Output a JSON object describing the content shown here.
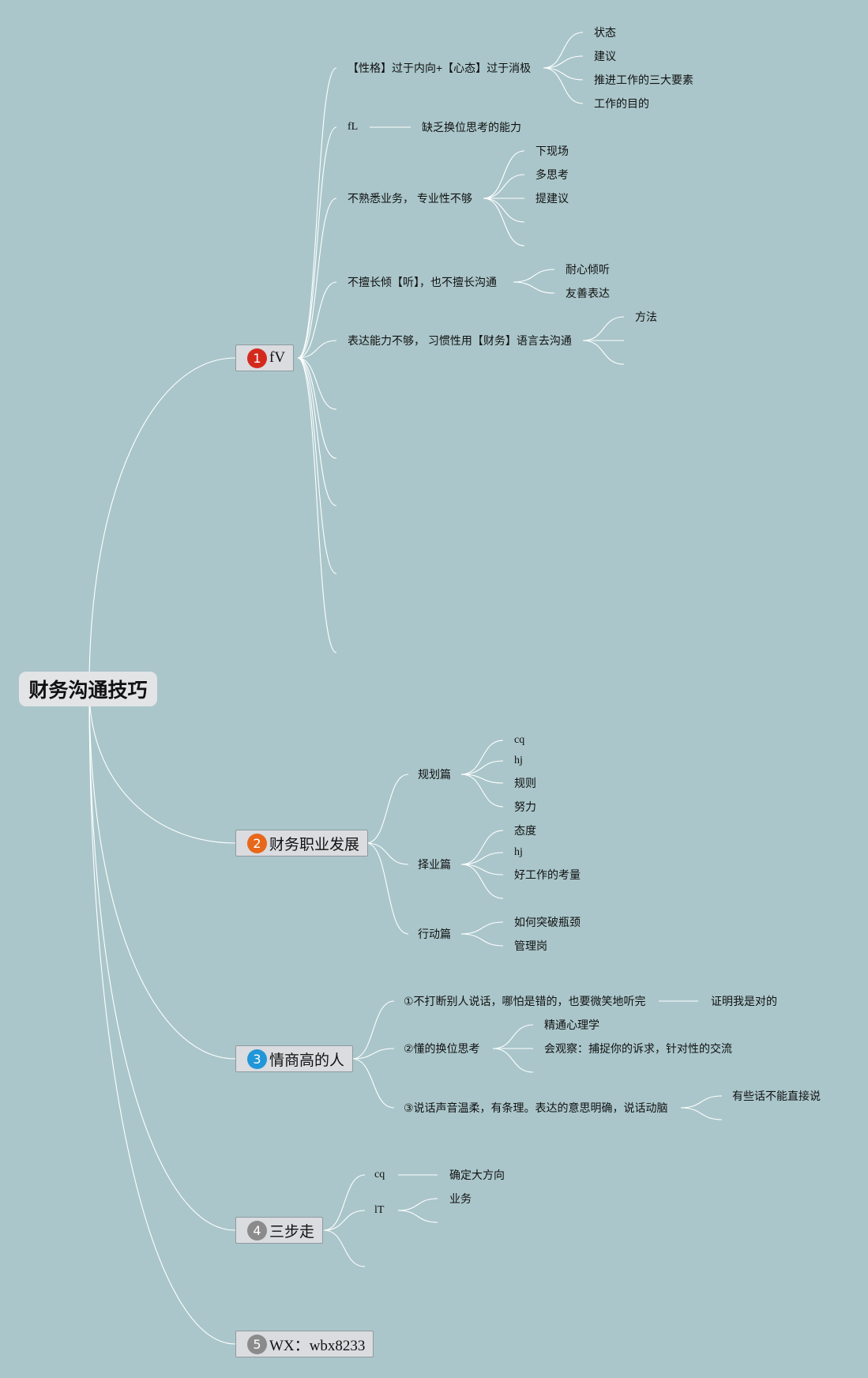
{
  "root": "财务沟通技巧",
  "branches": [
    {
      "number": "1",
      "color": "#d42a1e",
      "title": "fV",
      "children": [
        {
          "label": "【性格】过于内向+【心态】过于消极",
          "children": [
            "状态",
            "建议",
            "推进工作的三大要素",
            "工作的目的"
          ]
        },
        {
          "label": "fL",
          "children": [
            "缺乏换位思考的能力"
          ]
        },
        {
          "label": "不熟悉业务， 专业性不够",
          "children": [
            "下现场",
            "多思考",
            "提建议"
          ]
        },
        {
          "label": "不擅长倾【听】，也不擅长沟通",
          "children": [
            "耐心倾听",
            "友善表达"
          ]
        },
        {
          "label": "表达能力不够， 习惯性用【财务】语言去沟通",
          "children": [
            "方法"
          ]
        }
      ]
    },
    {
      "number": "2",
      "color": "#e7681b",
      "title": "财务职业发展",
      "children": [
        {
          "label": "规划篇",
          "children": [
            "cq",
            "hj",
            "规则",
            "努力"
          ]
        },
        {
          "label": "择业篇",
          "children": [
            "态度",
            "hj",
            "好工作的考量"
          ]
        },
        {
          "label": "行动篇",
          "children": [
            "如何突破瓶颈",
            "管理岗"
          ]
        }
      ]
    },
    {
      "number": "3",
      "color": "#2196d8",
      "title": "情商高的人",
      "children": [
        {
          "label": "①不打断别人说话，哪怕是错的，也要微笑地听完",
          "children": [
            "证明我是对的"
          ]
        },
        {
          "label": "②懂的换位思考",
          "children": [
            "精通心理学",
            "会观察：捕捉你的诉求，针对性的交流"
          ]
        },
        {
          "label": "③说话声音温柔，有条理。表达的意思明确，说话动脑",
          "children": [
            "有些话不能直接说"
          ]
        }
      ]
    },
    {
      "number": "4",
      "color": "#8b8b8b",
      "title": "三步走",
      "children": [
        {
          "label": "cq",
          "children": [
            "确定大方向"
          ]
        },
        {
          "label": "lT",
          "children": [
            "业务"
          ]
        }
      ]
    },
    {
      "number": "5",
      "color": "#8b8b8b",
      "title": "WX：wbx8233",
      "children": []
    }
  ]
}
